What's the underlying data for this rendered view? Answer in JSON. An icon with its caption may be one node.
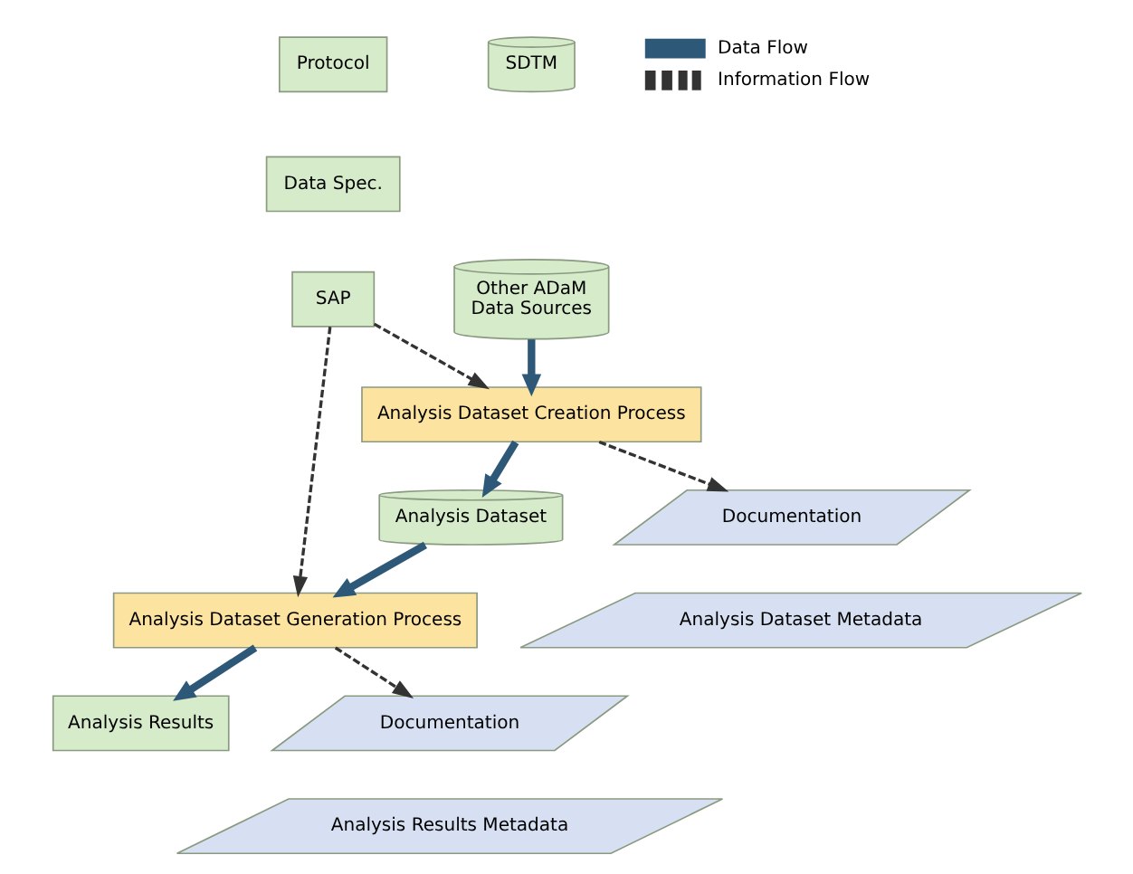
{
  "diagram": {
    "nodes": [
      {
        "text": [
          "Protocol"
        ]
      },
      {
        "text": [
          "Data Spec."
        ]
      },
      {
        "text": [
          "SAP"
        ]
      },
      {
        "text": [
          "SDTM"
        ]
      },
      {
        "text": [
          "Other ADaM",
          "Data Sources"
        ]
      },
      {
        "text": [
          "Analysis Dataset Creation Process"
        ]
      },
      {
        "text": [
          "Analysis Dataset"
        ]
      },
      {
        "text": [
          "Documentation"
        ]
      },
      {
        "text": [
          "Analysis Dataset Metadata"
        ]
      },
      {
        "text": [
          "Analysis Dataset Generation Process"
        ]
      },
      {
        "text": [
          "Analysis Results"
        ]
      },
      {
        "text": [
          "Documentation"
        ]
      },
      {
        "text": [
          "Analysis Results Metadata"
        ]
      }
    ],
    "edges": [
      {
        "from": 4,
        "to": 5,
        "arrow": "to",
        "style": "thick",
        "color": "#2e5878"
      },
      {
        "from": 2,
        "to": 5,
        "arrow": "to",
        "style": "dashed"
      },
      {
        "from": 5,
        "to": 6,
        "arrow": "to",
        "style": "thick",
        "color": "#2e5878"
      },
      {
        "from": 5,
        "to": 7,
        "arrow": "to",
        "style": "dashed"
      },
      {
        "from": 6,
        "to": 9,
        "arrow": "to",
        "style": "thick",
        "color": "#2e5878"
      },
      {
        "from": 2,
        "to": 9,
        "arrow": "to",
        "style": "dashed"
      },
      {
        "from": 9,
        "to": 10,
        "arrow": "to",
        "style": "thick",
        "color": "#2e5878"
      },
      {
        "from": 9,
        "to": 11,
        "arrow": "to",
        "style": "dashed"
      }
    ],
    "legend": [
      {
        "text": "Data Flow"
      },
      {
        "text": "Information Flow"
      }
    ]
  }
}
